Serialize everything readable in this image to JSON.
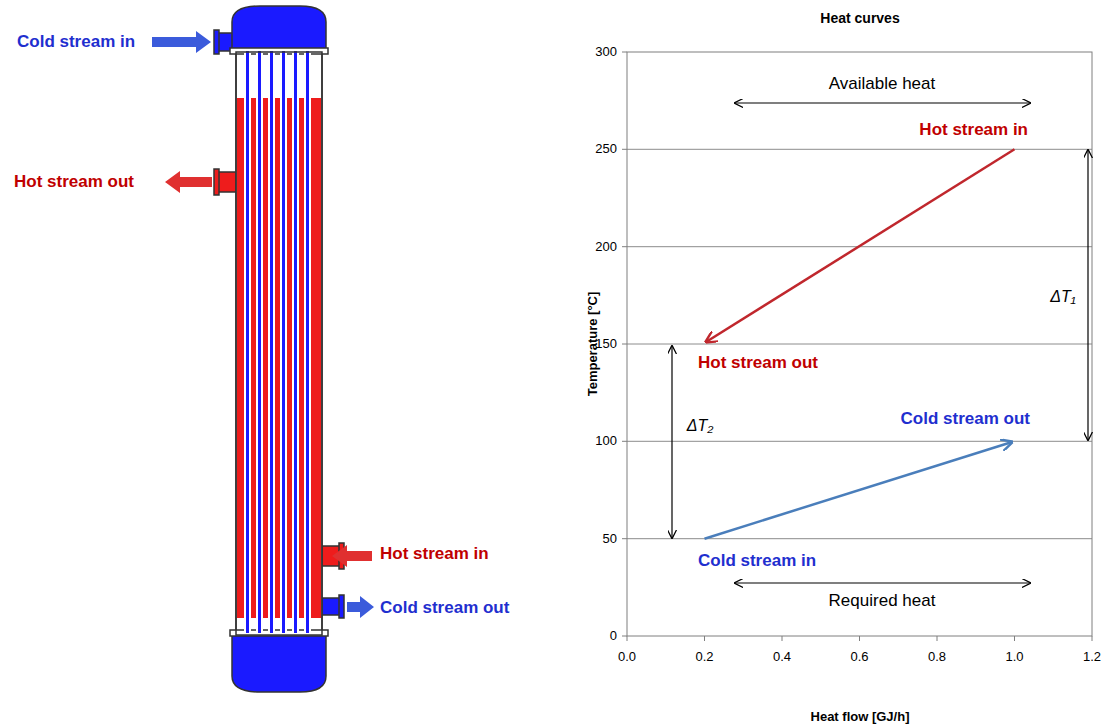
{
  "diagram": {
    "title": "Heat curves",
    "labels": [
      "Cold stream in",
      "Hot stream out",
      "Hot stream in",
      "Cold stream out",
      "Available heat",
      "Hot stream in",
      "Hot stream out",
      "Cold stream out",
      "Cold stream in",
      "Required heat",
      "ΔT₁",
      "ΔT₂",
      "0",
      "50",
      "100",
      "150",
      "200",
      "250",
      "300",
      "0.0",
      "0.2",
      "0.4",
      "0.6",
      "0.8",
      "1.0",
      "1.2",
      "Temperature  [°C]",
      "Heat flow [GJ/h]"
    ]
  }
}
